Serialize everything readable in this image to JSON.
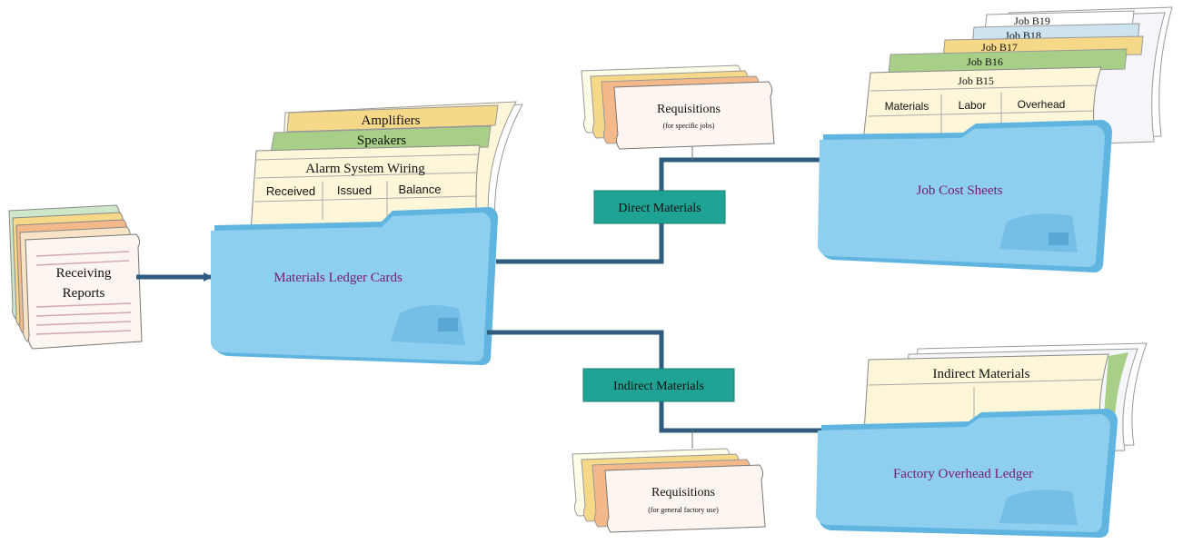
{
  "colors": {
    "folder": "#8ecfef",
    "folder_dark": "#5fb4e0",
    "arrow": "#2f5b7c",
    "box": "#1fa394",
    "folder_label": "#7a1a6b",
    "card_cream": "#fdf6d8",
    "tab_yellow": "#f6d889",
    "tab_green": "#a7cf87",
    "tab_blue": "#cde3ef"
  },
  "receiving_reports": {
    "line1": "Receiving",
    "line2": "Reports"
  },
  "materials_ledger": {
    "label": "Materials Ledger Cards",
    "tabs": [
      "Amplifiers",
      "Speakers",
      "Alarm System Wiring"
    ],
    "columns": [
      "Received",
      "Issued",
      "Balance"
    ]
  },
  "direct_materials": {
    "label": "Direct Materials"
  },
  "indirect_materials": {
    "label": "Indirect Materials"
  },
  "requisitions_specific": {
    "title": "Requisitions",
    "sub": "(for specific jobs)"
  },
  "requisitions_general": {
    "title": "Requisitions",
    "sub": "(for general factory use)"
  },
  "job_cost_sheets": {
    "label": "Job Cost Sheets",
    "tabs": [
      "Job B19",
      "Job B18",
      "Job B17",
      "Job B16",
      "Job B15"
    ],
    "columns": [
      "Materials",
      "Labor",
      "Overhead"
    ]
  },
  "factory_overhead_ledger": {
    "label": "Factory Overhead Ledger",
    "card_title": "Indirect Materials"
  }
}
